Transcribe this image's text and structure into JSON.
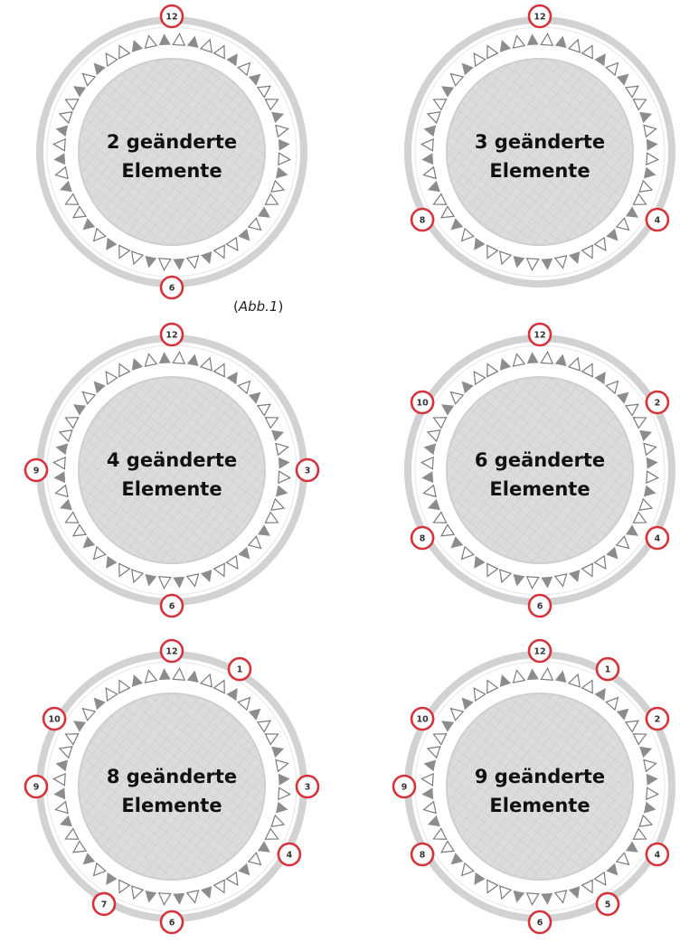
{
  "caption": {
    "open": "(",
    "text": "Abb.1",
    "close": ")"
  },
  "dials": [
    {
      "label_line1": "2 geänderte",
      "label_line2": "Elemente",
      "markers": [
        12,
        6
      ]
    },
    {
      "label_line1": "3 geänderte",
      "label_line2": "Elemente",
      "markers": [
        12,
        4,
        8
      ]
    },
    {
      "label_line1": "4 geänderte",
      "label_line2": "Elemente",
      "markers": [
        12,
        3,
        6,
        9
      ]
    },
    {
      "label_line1": "6 geänderte",
      "label_line2": "Elemente",
      "markers": [
        12,
        2,
        4,
        6,
        8,
        10
      ]
    },
    {
      "label_line1": "8 geänderte",
      "label_line2": "Elemente",
      "markers": [
        12,
        1,
        3,
        4,
        6,
        7,
        9,
        10
      ]
    },
    {
      "label_line1": "9 geänderte",
      "label_line2": "Elemente",
      "markers": [
        12,
        1,
        2,
        4,
        5,
        6,
        8,
        9,
        10
      ]
    }
  ],
  "colors": {
    "marker_ring": "#d5323c",
    "outer_ring": "#d2d2d2",
    "tri_filled": "#8c8c8c",
    "tri_outline": "#7a7a7a"
  }
}
